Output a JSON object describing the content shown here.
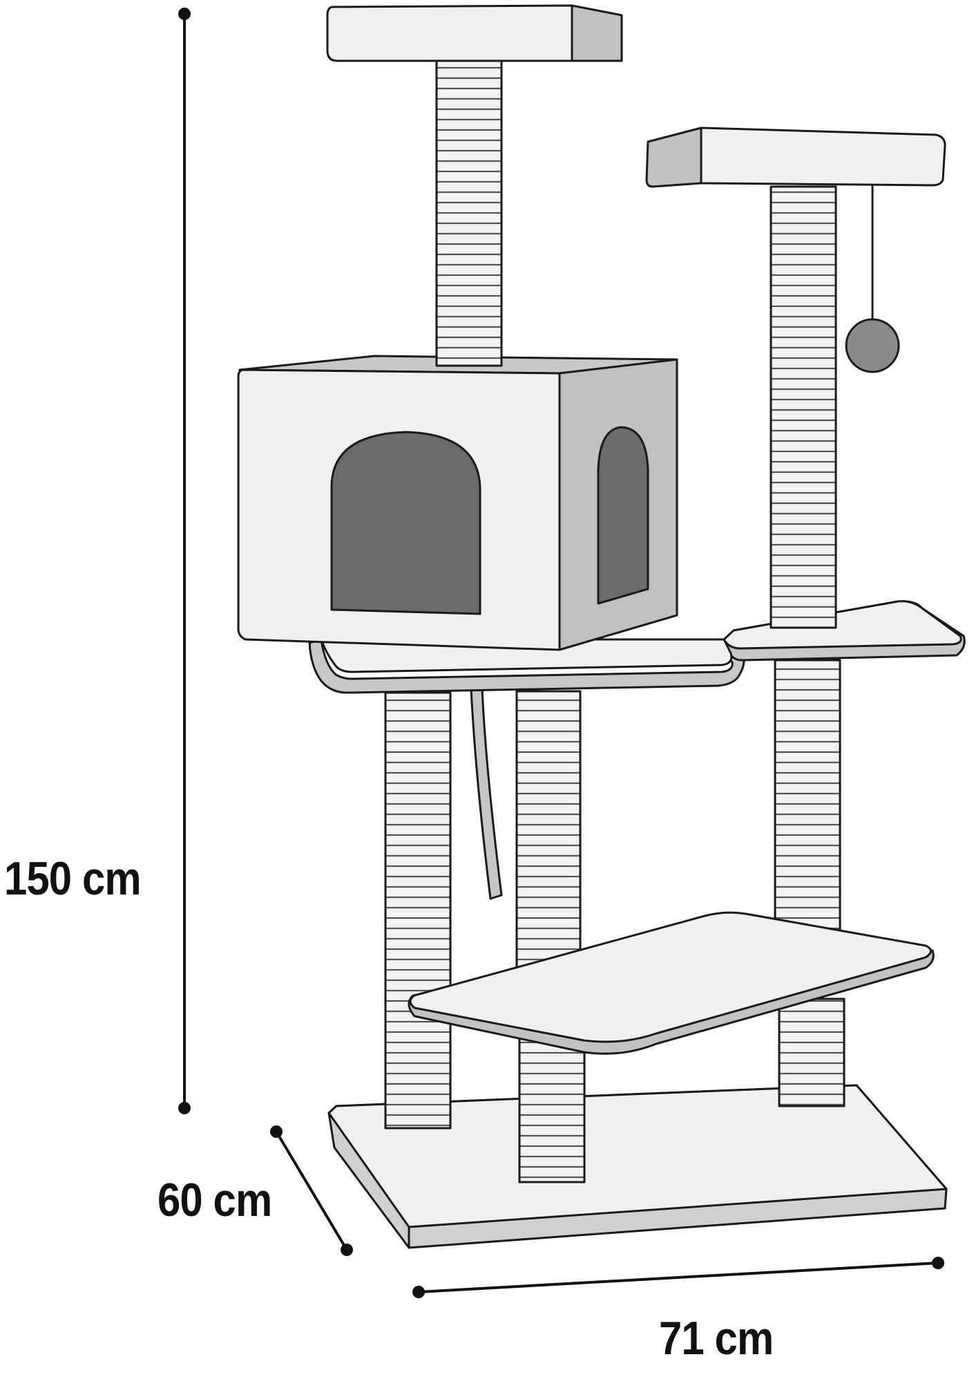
{
  "dimensions": {
    "height": "150 cm",
    "depth": "60 cm",
    "width": "71 cm"
  },
  "colors": {
    "outline": "#1a1a1a",
    "light_fill": "#efefef",
    "mid_fill": "#c2c2c2",
    "dark_fill": "#6b6b6b",
    "toy_ball": "#8a8a8a"
  }
}
